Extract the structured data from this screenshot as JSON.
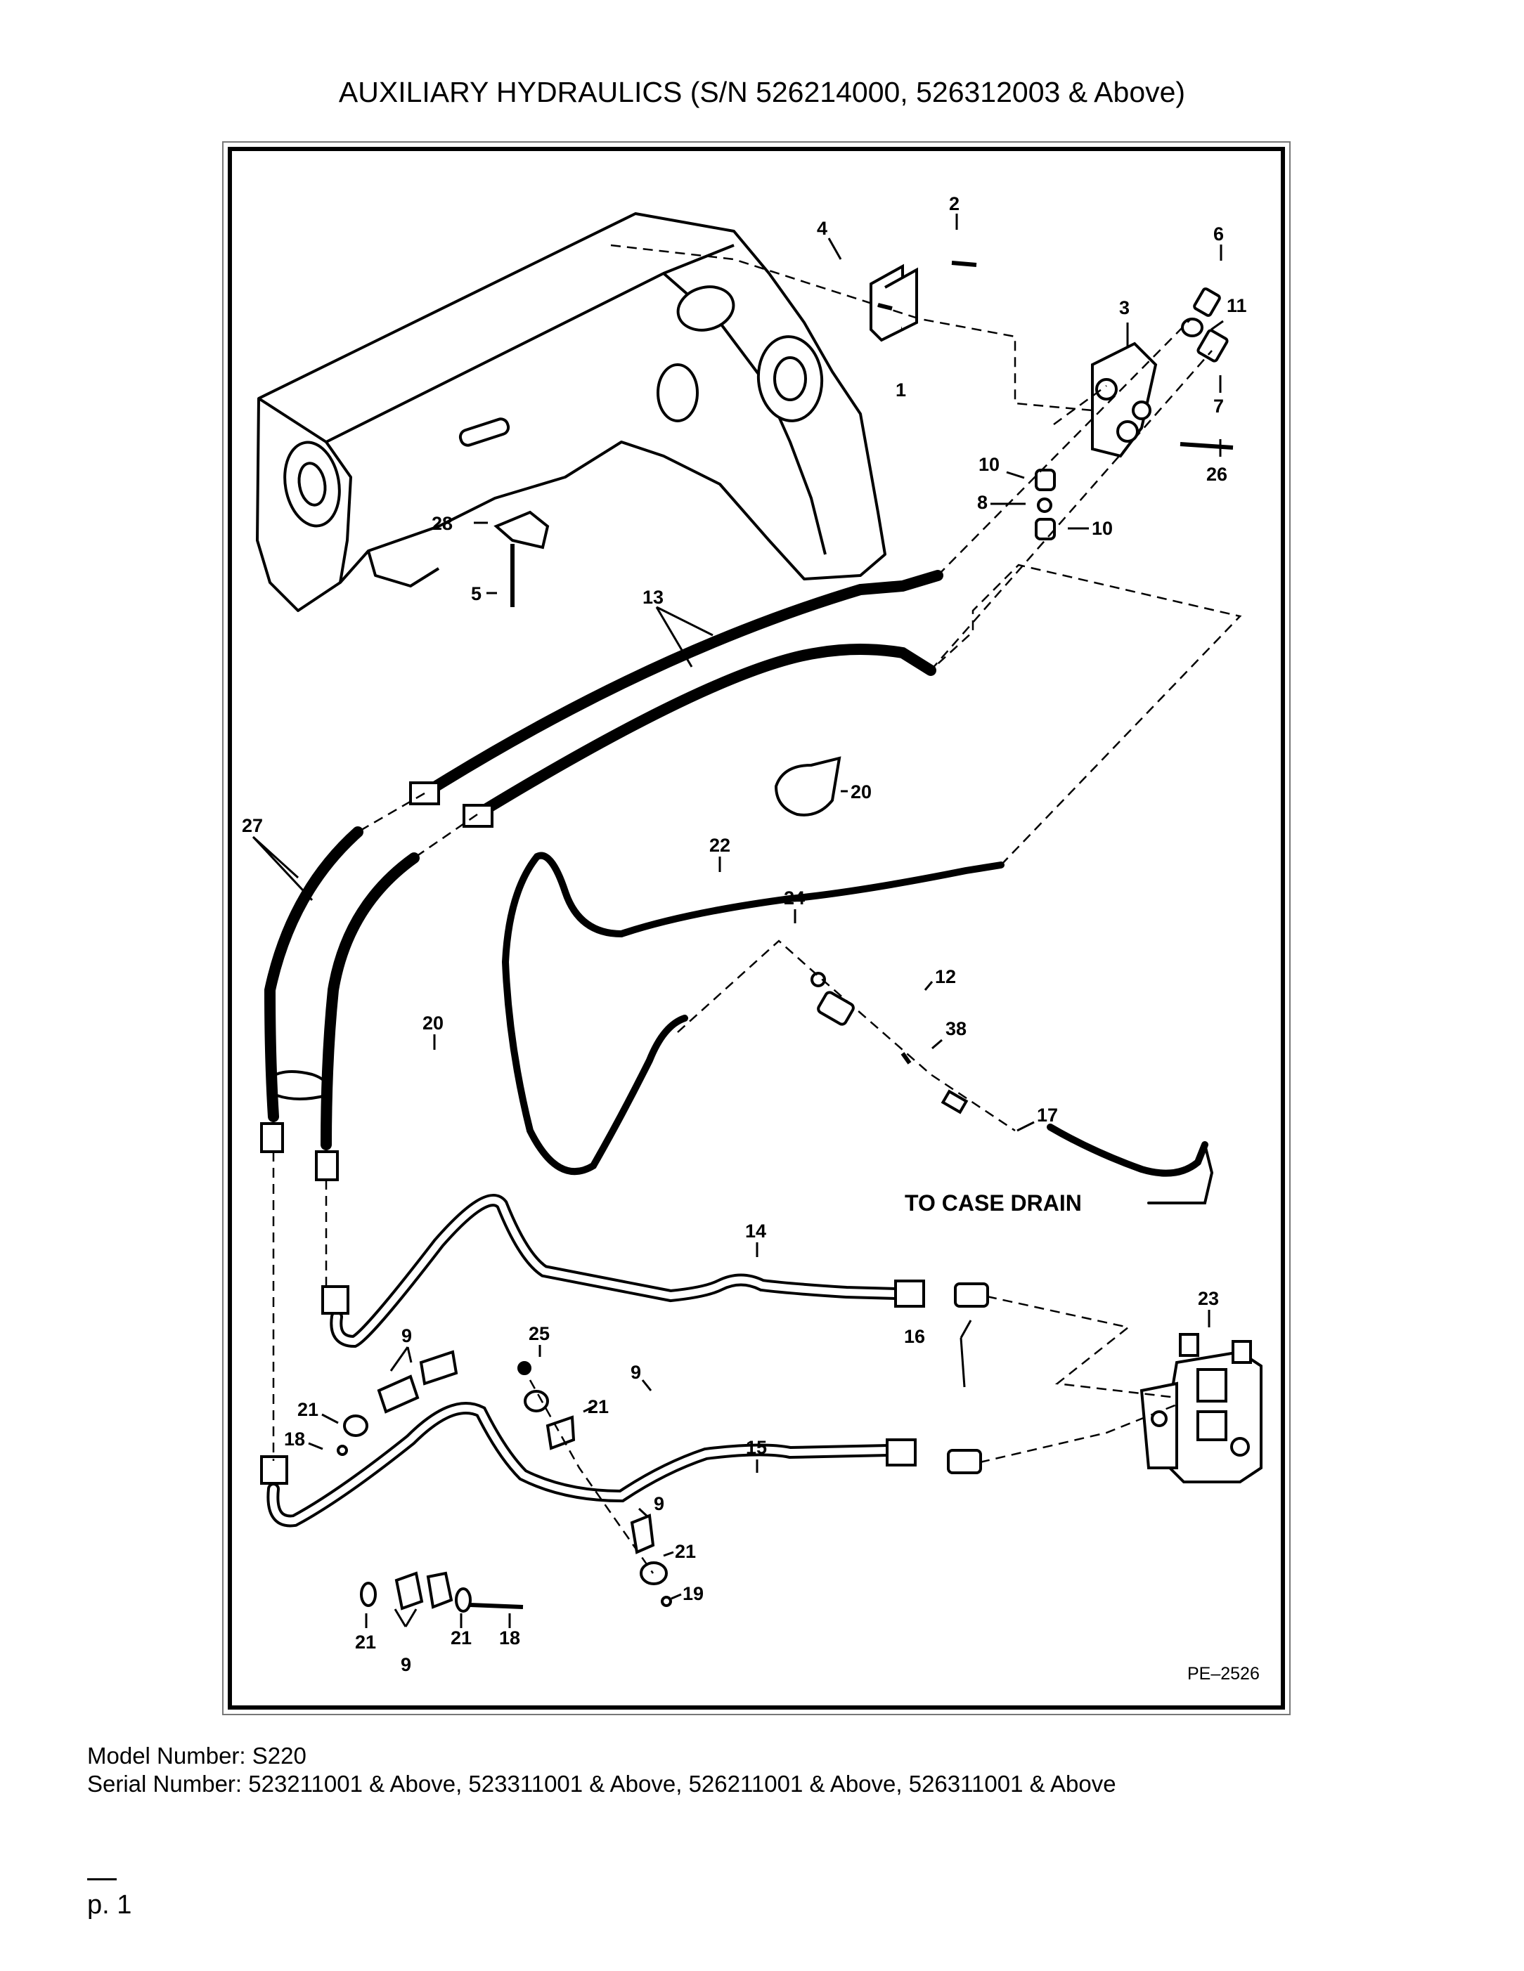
{
  "title": "AUXILIARY HYDRAULICS (S/N 526214000, 526312003 & Above)",
  "diagram": {
    "drawing_code": "PE–2526",
    "case_drain_label": "TO CASE DRAIN",
    "callouts": {
      "c1": "1",
      "c2": "2",
      "c3": "3",
      "c4": "4",
      "c5": "5",
      "c6": "6",
      "c7": "7",
      "c8": "8",
      "c9a": "9",
      "c9b": "9",
      "c9c": "9",
      "c9d": "9",
      "c10a": "10",
      "c10b": "10",
      "c11": "11",
      "c12": "12",
      "c13": "13",
      "c14": "14",
      "c15": "15",
      "c16": "16",
      "c17": "17",
      "c18a": "18",
      "c18b": "18",
      "c19": "19",
      "c20a": "20",
      "c20b": "20",
      "c21a": "21",
      "c21b": "21",
      "c21c": "21",
      "c21d": "21",
      "c21e": "21",
      "c22": "22",
      "c23": "23",
      "c24": "24",
      "c25": "25",
      "c26": "26",
      "c27": "27",
      "c28": "28",
      "c38": "38"
    }
  },
  "footer": {
    "model": "Model Number: S220",
    "serial": "Serial Number: 523211001 & Above, 523311001 & Above, 526211001 & Above, 526311001 & Above"
  },
  "page": "p. 1"
}
